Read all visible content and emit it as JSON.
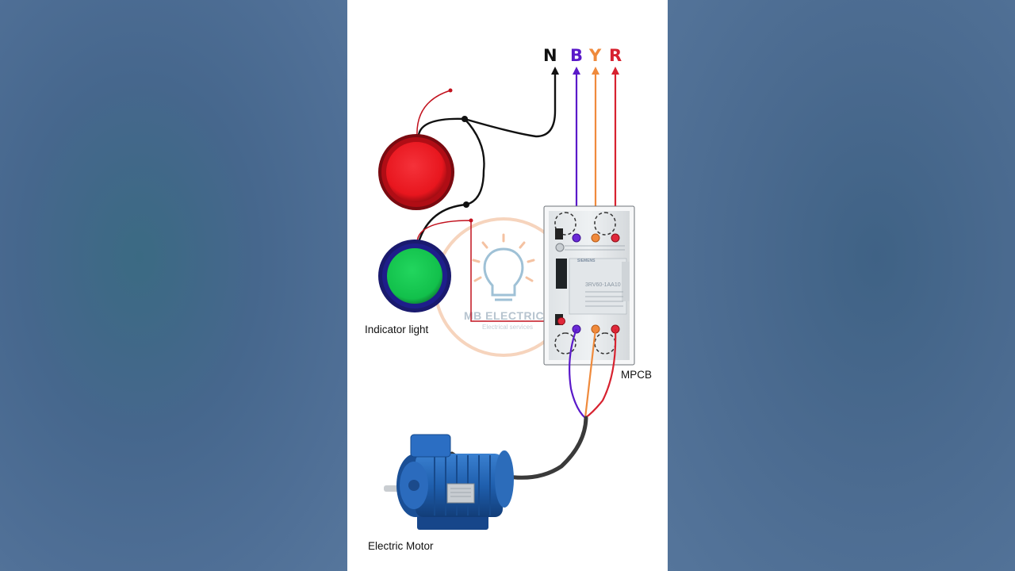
{
  "phases": [
    {
      "label": "N",
      "color": "#111111"
    },
    {
      "label": "B",
      "color": "#5a19c9"
    },
    {
      "label": "Y",
      "color": "#ef8a3c"
    },
    {
      "label": "R",
      "color": "#d7222f"
    }
  ],
  "labels": {
    "indicator": "Indicator light",
    "mpcb": "MPCB",
    "motor": "Electric Motor"
  },
  "watermark": {
    "title": "MB ELECTRICA",
    "subtitle": "Electrical services"
  },
  "mpcb_device": {
    "brand": "SIEMENS",
    "model": "3RV60-1AA10"
  },
  "colors": {
    "red_lamp": "#e8161e",
    "green_lamp": "#15c24e",
    "wire_neutral": "#111111",
    "wire_blue": "#5a19c9",
    "wire_yellow": "#ef8a3c",
    "wire_red": "#d7222f",
    "motor_body": "#1f5fae",
    "motor_cable": "#3a3a3a"
  }
}
